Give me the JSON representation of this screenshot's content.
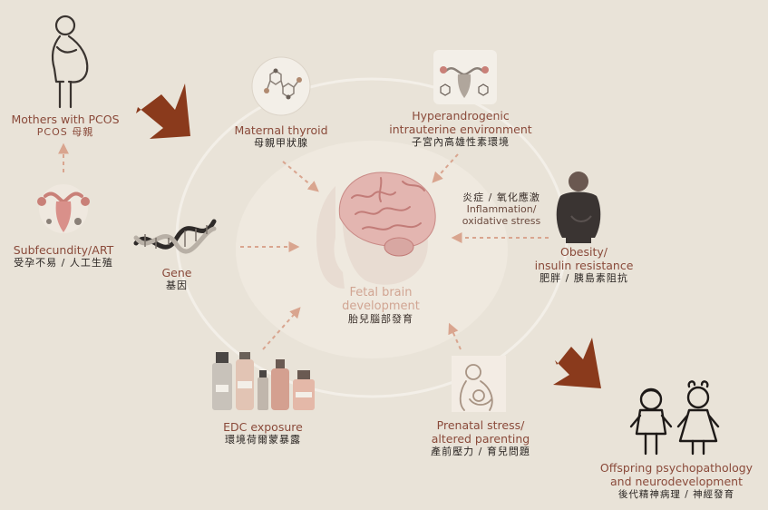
{
  "nodes": {
    "mothers_pcos": {
      "en": "Mothers with PCOS",
      "zh": "PCOS 母親"
    },
    "subfecundity": {
      "en": "Subfecundity/ART",
      "zh": "受孕不易 / 人工生殖"
    },
    "maternal_thyroid": {
      "en": "Maternal thyroid",
      "zh": "母親甲狀腺"
    },
    "hyperandrogenic": {
      "en_line1": "Hyperandrogenic",
      "en_line2": "intrauterine environment",
      "zh": "子宮內高雄性素環境"
    },
    "obesity": {
      "en_line1": "Obesity/",
      "en_line2": "insulin resistance",
      "zh": "肥胖 / 胰島素阻抗"
    },
    "inflammation": {
      "zh": "炎症 / 氧化應激",
      "en_line1": "Inflammation/",
      "en_line2": "oxidative stress"
    },
    "gene": {
      "en": "Gene",
      "zh": "基因"
    },
    "fetal_brain": {
      "en_line1": "Fetal brain",
      "en_line2": "development",
      "zh": "胎兒腦部發育"
    },
    "edc": {
      "en": "EDC exposure",
      "zh": "環境荷爾蒙暴露"
    },
    "prenatal": {
      "en_line1": "Prenatal stress/",
      "en_line2": "altered parenting",
      "zh": "產前壓力 / 育兒問題"
    },
    "offspring": {
      "en_line1": "Offspring psychopathology",
      "en_line2": "and neurodevelopment",
      "zh": "後代精神病理 / 神經發育"
    }
  },
  "colors": {
    "background": "#e9e3d8",
    "arrow_big": "#8a3a1c",
    "arrow_dashed": "#d9a58f",
    "ring": "#f3efe8",
    "label_en": "#8a4a3a",
    "brain": "#e3b5b0"
  },
  "icons": [
    "pregnant-woman-icon",
    "uterus-icon",
    "thyroid-molecule-icon",
    "uterus-hormone-icon",
    "obese-woman-icon",
    "dna-icon",
    "brain-head-icon",
    "edc-bottles-icon",
    "mother-baby-icon",
    "children-icon"
  ]
}
